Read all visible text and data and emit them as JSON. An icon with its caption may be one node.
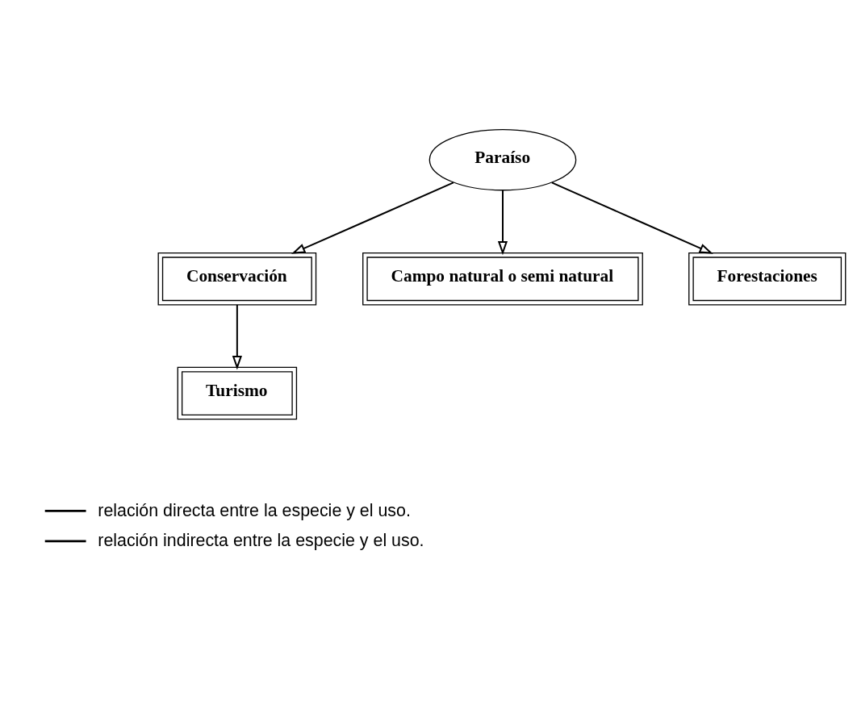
{
  "diagram": {
    "nodes": [
      {
        "text": [
          "Paraíso"
        ]
      },
      {
        "text": [
          "Conservación"
        ]
      },
      {
        "text": [
          "Campo natural o semi natural"
        ]
      },
      {
        "text": [
          "Forestaciones"
        ]
      },
      {
        "text": [
          "Turismo"
        ]
      }
    ],
    "edges": [
      {
        "from": 0,
        "to": 1,
        "arrow": "to"
      },
      {
        "from": 0,
        "to": 2,
        "arrow": "to"
      },
      {
        "from": 0,
        "to": 3,
        "arrow": "to"
      },
      {
        "from": 1,
        "to": 4,
        "arrow": "to"
      }
    ],
    "legend": [
      {
        "text": "relación directa entre la especie y el uso."
      },
      {
        "text": "relación indirecta entre la especie y el uso."
      }
    ]
  }
}
